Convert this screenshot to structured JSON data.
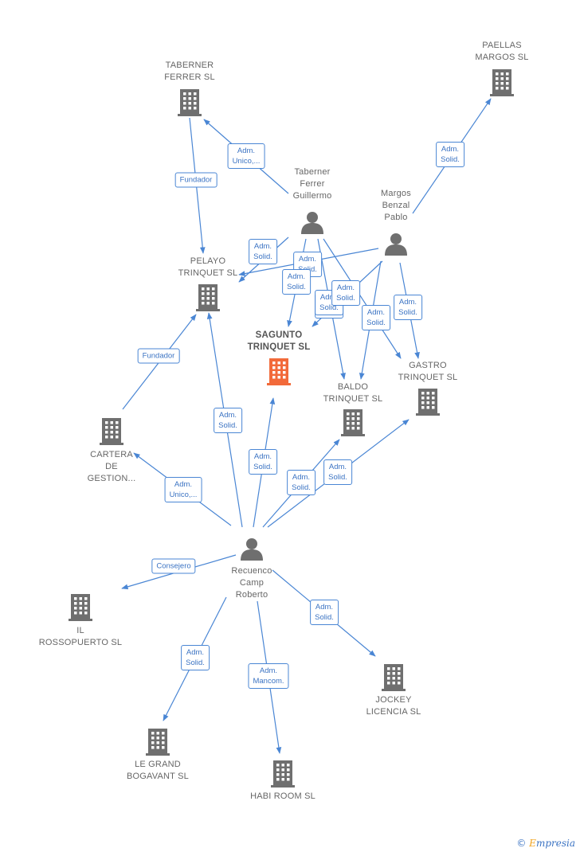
{
  "diagram": {
    "nodes": [
      {
        "id": "taberner_sl",
        "type": "company",
        "label": "TABERNER\nFERRER  SL"
      },
      {
        "id": "paellas",
        "type": "company",
        "label": "PAELLAS\nMARGOS SL"
      },
      {
        "id": "taberner_p",
        "type": "person",
        "label": "Taberner\nFerrer\nGuillermo"
      },
      {
        "id": "margos_p",
        "type": "person",
        "label": "Margos\nBenzal\nPablo"
      },
      {
        "id": "pelayo",
        "type": "company",
        "label": "PELAYO\nTRINQUET  SL"
      },
      {
        "id": "sagunto",
        "type": "focus",
        "label": "SAGUNTO\nTRINQUET  SL"
      },
      {
        "id": "gastro",
        "type": "company",
        "label": "GASTRO\nTRINQUET  SL"
      },
      {
        "id": "baldo",
        "type": "company",
        "label": "BALDO\nTRINQUET  SL"
      },
      {
        "id": "cartera",
        "type": "company",
        "label": "CARTERA\nDE\nGESTION..."
      },
      {
        "id": "recuenco",
        "type": "person",
        "label": "Recuenco\nCamp\nRoberto"
      },
      {
        "id": "il_rosso",
        "type": "company",
        "label": "IL\nROSSOPUERTO SL"
      },
      {
        "id": "jockey",
        "type": "company",
        "label": "JOCKEY\nLICENCIA  SL"
      },
      {
        "id": "legrand",
        "type": "company",
        "label": "LE GRAND\nBOGAVANT  SL"
      },
      {
        "id": "habi",
        "type": "company",
        "label": "HABI ROOM  SL"
      }
    ],
    "edges": [
      {
        "from": "taberner_p",
        "to": "taberner_sl",
        "label": "Adm.\nUnico,..."
      },
      {
        "from": "margos_p",
        "to": "paellas",
        "label": "Adm.\nSolid."
      },
      {
        "from": "taberner_sl",
        "to": "pelayo",
        "label": "Fundador"
      },
      {
        "from": "taberner_p",
        "to": "pelayo",
        "label": "Adm.\nSolid."
      },
      {
        "from": "margos_p",
        "to": "pelayo",
        "label": "Adm.\nSolid."
      },
      {
        "from": "taberner_p",
        "to": "sagunto",
        "label": "Adm.\nSolid."
      },
      {
        "from": "margos_p",
        "to": "sagunto",
        "label": "Adm.\nSolid."
      },
      {
        "from": "taberner_p",
        "to": "baldo",
        "label": "Adm.\nSolid."
      },
      {
        "from": "taberner_p",
        "to": "gastro",
        "label": "Adm.\nSolid."
      },
      {
        "from": "margos_p",
        "to": "baldo",
        "label": "Adm.\nSolid."
      },
      {
        "from": "margos_p",
        "to": "gastro",
        "label": "Adm.\nSolid."
      },
      {
        "from": "cartera",
        "to": "pelayo",
        "label": "Fundador"
      },
      {
        "from": "recuenco",
        "to": "pelayo",
        "label": "Adm.\nSolid."
      },
      {
        "from": "recuenco",
        "to": "sagunto",
        "label": "Adm.\nSolid."
      },
      {
        "from": "recuenco",
        "to": "cartera",
        "label": "Adm.\nUnico,..."
      },
      {
        "from": "recuenco",
        "to": "baldo",
        "label": "Adm.\nSolid."
      },
      {
        "from": "recuenco",
        "to": "gastro",
        "label": "Adm.\nSolid."
      },
      {
        "from": "recuenco",
        "to": "il_rosso",
        "label": "Consejero"
      },
      {
        "from": "recuenco",
        "to": "jockey",
        "label": "Adm.\nSolid."
      },
      {
        "from": "recuenco",
        "to": "legrand",
        "label": "Adm.\nSolid."
      },
      {
        "from": "recuenco",
        "to": "habi",
        "label": "Adm.\nMancom."
      }
    ]
  },
  "colors": {
    "edge": "#4a86d4",
    "icon": "#6f6f6f",
    "focus_icon": "#f26a3a"
  },
  "footer": {
    "copyright_symbol": "©",
    "brand_initial": "E",
    "brand_rest": "mpresia"
  }
}
